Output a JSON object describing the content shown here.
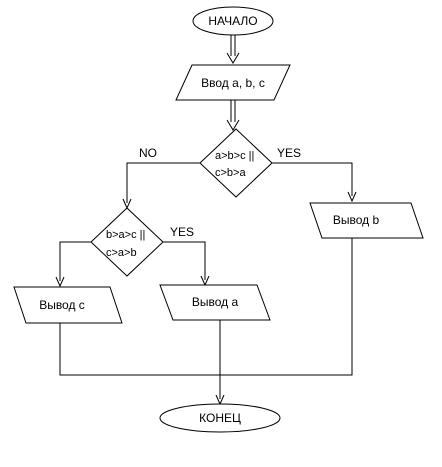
{
  "flowchart": {
    "start": "НАЧАЛО",
    "input": "Ввод a, b, c",
    "decision1": {
      "line1": "a>b>c ||",
      "line2": "c>b>a"
    },
    "decision1_yes": "YES",
    "decision1_no": "NO",
    "output_b": "Вывод b",
    "decision2": {
      "line1": "b>a>c ||",
      "line2": "c>a>b"
    },
    "decision2_yes": "YES",
    "output_c": "Вывод c",
    "output_a": "Вывод a",
    "end": "КОНЕЦ"
  }
}
